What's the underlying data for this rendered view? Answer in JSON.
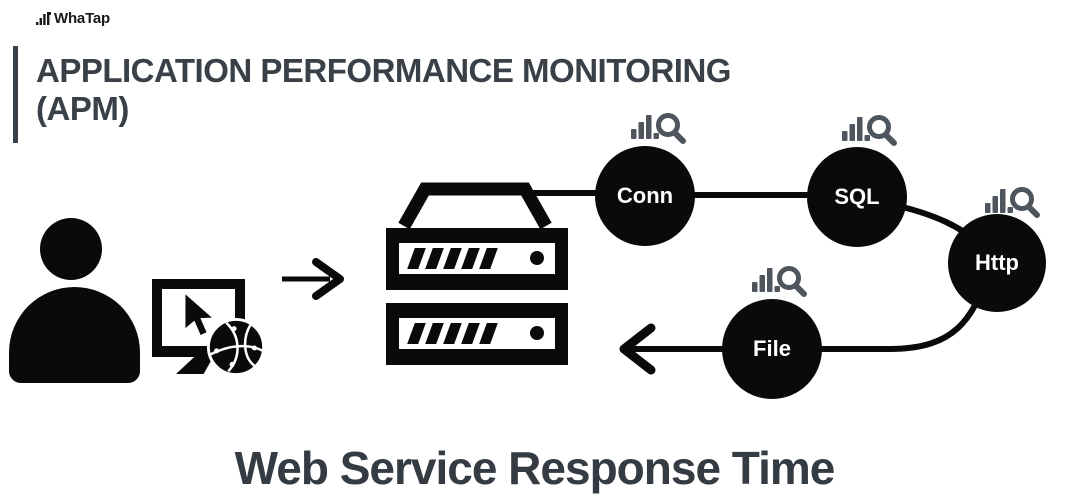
{
  "brand": {
    "name": "WhaTap"
  },
  "header": {
    "title_line1": "APPLICATION PERFORMANCE MONITORING",
    "title_line2": "(APM)"
  },
  "diagram": {
    "nodes": [
      {
        "label": "Conn"
      },
      {
        "label": "SQL"
      },
      {
        "label": "Http"
      },
      {
        "label": "File"
      }
    ],
    "icons": {
      "user": "person-silhouette-icon",
      "client": "monitor-with-cursor-and-globe-icon",
      "server": "server-rack-icon",
      "node_badge": "bar-chart-magnifier-icon"
    },
    "flow": [
      "user",
      "client",
      "server",
      "Conn",
      "SQL",
      "Http",
      "File",
      "server"
    ]
  },
  "caption": {
    "text": "Web Service Response Time"
  },
  "colors": {
    "ink": "#0a0a0a",
    "title": "#3a4047",
    "metric_icon_gray": "#4e555d",
    "node_text": "#ffffff"
  }
}
